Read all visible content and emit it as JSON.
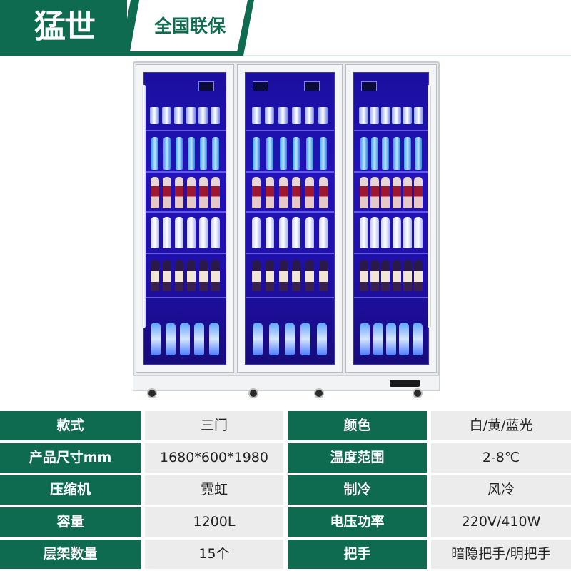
{
  "brand": {
    "logo_text": "猛世",
    "tag": "全国联保"
  },
  "colors": {
    "brand_green": "#0f6b4f",
    "value_bg": "#ececec",
    "glass_blue": "#1f0fa8"
  },
  "product_image": {
    "type": "three-door-beverage-cooler",
    "doors": 3
  },
  "specs": [
    {
      "label": "款式",
      "value": "三门",
      "label2": "颜色",
      "value2": "白/黄/蓝光"
    },
    {
      "label": "产品尺寸mm",
      "value": "1680*600*1980",
      "label2": "温度范围",
      "value2": "2-8℃"
    },
    {
      "label": "压缩机",
      "value": "霓虹",
      "label2": "制冷",
      "value2": "风冷"
    },
    {
      "label": "容量",
      "value": "1200L",
      "label2": "电压功率",
      "value2": "220V/410W"
    },
    {
      "label": "层架数量",
      "value": "15个",
      "label2": "把手",
      "value2": "暗隐把手/明把手"
    }
  ]
}
